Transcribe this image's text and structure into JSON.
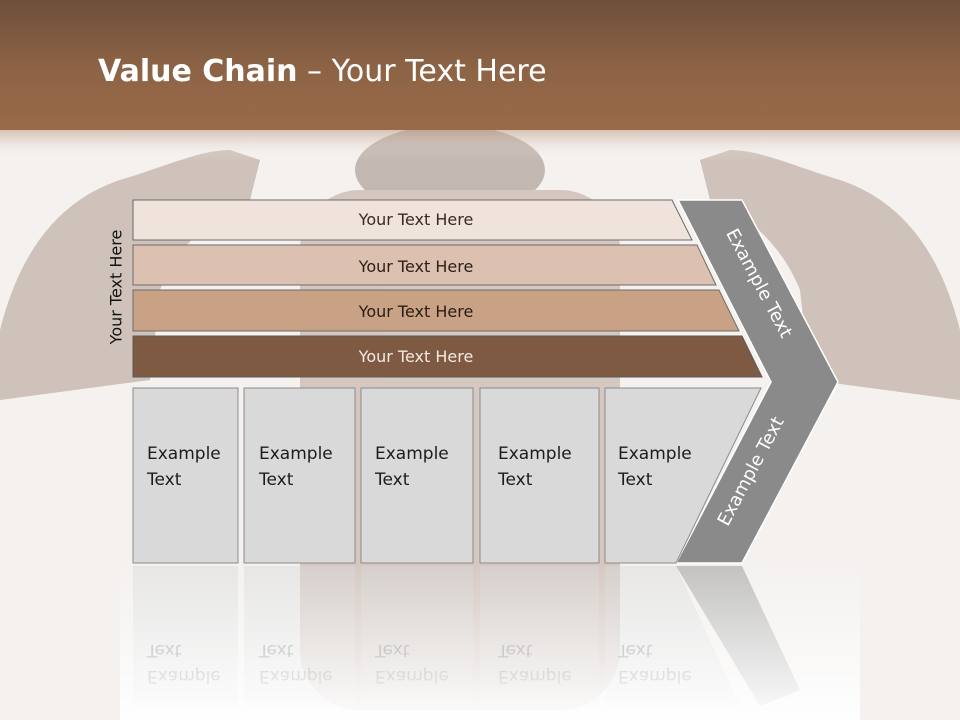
{
  "title": {
    "bold": "Value Chain",
    "separator": " – ",
    "rest": "Your Text Here"
  },
  "side_label": "Your Text Here",
  "bars": [
    {
      "label": "Your Text Here"
    },
    {
      "label": "Your Text Here"
    },
    {
      "label": "Your Text Here"
    },
    {
      "label": "Your Text Here"
    }
  ],
  "boxes": [
    {
      "line1": "Example",
      "line2": "Text"
    },
    {
      "line1": "Example",
      "line2": "Text"
    },
    {
      "line1": "Example",
      "line2": "Text"
    },
    {
      "line1": "Example",
      "line2": "Text"
    },
    {
      "line1": "Example",
      "line2": "Text"
    }
  ],
  "chevron": {
    "upper": "Example Text",
    "lower": "Example Text"
  },
  "colors": {
    "header_top": "#6e4f3a",
    "header_bottom": "#9a6a48",
    "bar1": "#efe3dc",
    "bar2": "#dcc1b0",
    "bar3": "#c9a285",
    "bar4": "#7f5a43",
    "box": "#d9d9d9",
    "chevron": "#8a8a8a"
  }
}
